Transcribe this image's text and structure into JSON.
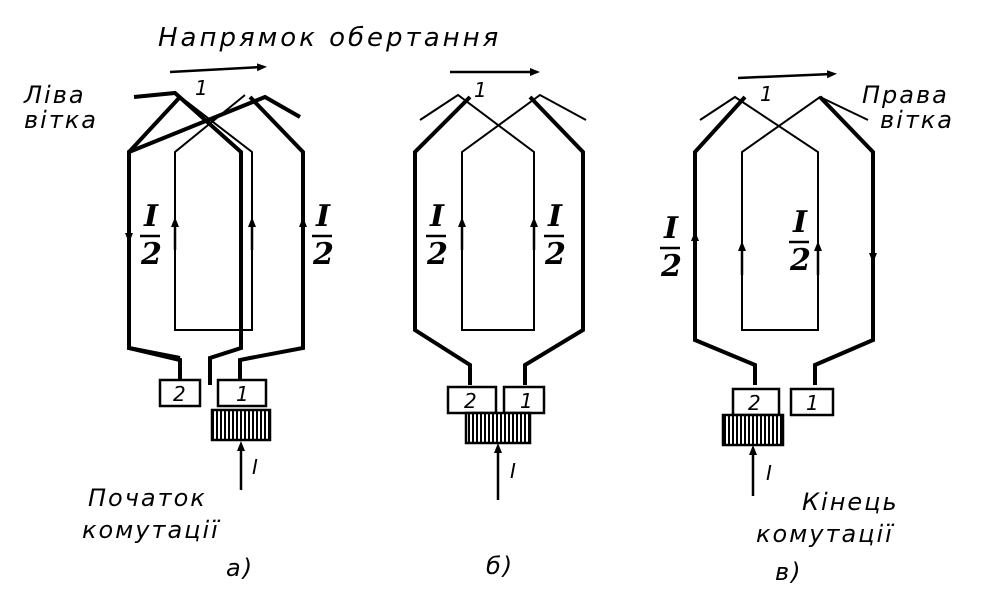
{
  "title": "Напрямок обертання",
  "left_branch": [
    "Ліва",
    "вітка"
  ],
  "right_branch": [
    "Права",
    "вітка"
  ],
  "conductor_label": "1",
  "current_label": "I",
  "half_current": {
    "numerator": "I",
    "denominator": "2"
  },
  "segment_labels": [
    "2",
    "1"
  ],
  "start_label": [
    "Початок",
    "комутації"
  ],
  "end_label": [
    "Кінець",
    "комутації"
  ],
  "panels": [
    {
      "caption": "а)"
    },
    {
      "caption": "б)"
    },
    {
      "caption": "в)"
    }
  ]
}
